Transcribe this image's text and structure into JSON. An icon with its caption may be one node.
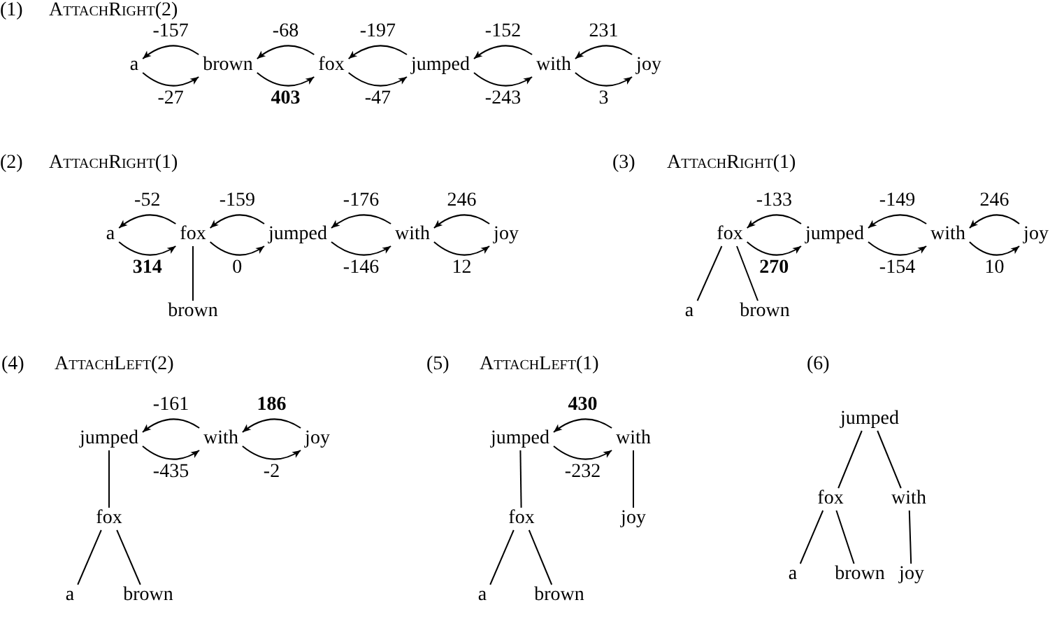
{
  "diagram": {
    "nodes": [
      {
        "text": [
          "a"
        ]
      },
      {
        "text": [
          "brown"
        ]
      },
      {
        "text": [
          "fox"
        ]
      },
      {
        "text": [
          "jumped"
        ]
      },
      {
        "text": [
          "with"
        ]
      },
      {
        "text": [
          "joy"
        ]
      },
      {
        "text": [
          "a"
        ]
      },
      {
        "text": [
          "fox"
        ]
      },
      {
        "text": [
          "jumped"
        ]
      },
      {
        "text": [
          "with"
        ]
      },
      {
        "text": [
          "joy"
        ]
      },
      {
        "text": [
          "brown"
        ]
      },
      {
        "text": [
          "fox"
        ]
      },
      {
        "text": [
          "jumped"
        ]
      },
      {
        "text": [
          "with"
        ]
      },
      {
        "text": [
          "joy"
        ]
      },
      {
        "text": [
          "a"
        ]
      },
      {
        "text": [
          "brown"
        ]
      },
      {
        "text": [
          "jumped"
        ]
      },
      {
        "text": [
          "with"
        ]
      },
      {
        "text": [
          "joy"
        ]
      },
      {
        "text": [
          "fox"
        ]
      },
      {
        "text": [
          "a"
        ]
      },
      {
        "text": [
          "brown"
        ]
      },
      {
        "text": [
          "jumped"
        ]
      },
      {
        "text": [
          "with"
        ]
      },
      {
        "text": [
          "fox"
        ]
      },
      {
        "text": [
          "joy"
        ]
      },
      {
        "text": [
          "a"
        ]
      },
      {
        "text": [
          "brown"
        ]
      },
      {
        "text": [
          "jumped"
        ]
      },
      {
        "text": [
          "fox"
        ]
      },
      {
        "text": [
          "with"
        ]
      },
      {
        "text": [
          "a"
        ]
      },
      {
        "text": [
          "brown"
        ]
      },
      {
        "text": [
          "joy"
        ]
      }
    ],
    "edges": [
      {
        "from": 1,
        "to": 0,
        "arrow": "to",
        "label": "-157"
      },
      {
        "from": 0,
        "to": 1,
        "arrow": "to",
        "label": "-27"
      },
      {
        "from": 2,
        "to": 1,
        "arrow": "to",
        "label": "-68"
      },
      {
        "from": 1,
        "to": 2,
        "arrow": "to",
        "label": "403"
      },
      {
        "from": 3,
        "to": 2,
        "arrow": "to",
        "label": "-197"
      },
      {
        "from": 2,
        "to": 3,
        "arrow": "to",
        "label": "-47"
      },
      {
        "from": 4,
        "to": 3,
        "arrow": "to",
        "label": "-152"
      },
      {
        "from": 3,
        "to": 4,
        "arrow": "to",
        "label": "-243"
      },
      {
        "from": 5,
        "to": 4,
        "arrow": "to",
        "label": "231"
      },
      {
        "from": 4,
        "to": 5,
        "arrow": "to",
        "label": "3"
      },
      {
        "from": 7,
        "to": 6,
        "arrow": "to",
        "label": "-52"
      },
      {
        "from": 6,
        "to": 7,
        "arrow": "to",
        "label": "314"
      },
      {
        "from": 8,
        "to": 7,
        "arrow": "to",
        "label": "-159"
      },
      {
        "from": 7,
        "to": 8,
        "arrow": "to",
        "label": "0"
      },
      {
        "from": 9,
        "to": 8,
        "arrow": "to",
        "label": "-176"
      },
      {
        "from": 8,
        "to": 9,
        "arrow": "to",
        "label": "-146"
      },
      {
        "from": 10,
        "to": 9,
        "arrow": "to",
        "label": "246"
      },
      {
        "from": 9,
        "to": 10,
        "arrow": "to",
        "label": "12"
      },
      {
        "from": 7,
        "to": 11,
        "arrow": "none"
      },
      {
        "from": 13,
        "to": 12,
        "arrow": "to",
        "label": "-133"
      },
      {
        "from": 12,
        "to": 13,
        "arrow": "to",
        "label": "270"
      },
      {
        "from": 14,
        "to": 13,
        "arrow": "to",
        "label": "-149"
      },
      {
        "from": 13,
        "to": 14,
        "arrow": "to",
        "label": "-154"
      },
      {
        "from": 15,
        "to": 14,
        "arrow": "to",
        "label": "246"
      },
      {
        "from": 14,
        "to": 15,
        "arrow": "to",
        "label": "10"
      },
      {
        "from": 12,
        "to": 16,
        "arrow": "none"
      },
      {
        "from": 12,
        "to": 17,
        "arrow": "none"
      },
      {
        "from": 19,
        "to": 18,
        "arrow": "to",
        "label": "-161"
      },
      {
        "from": 18,
        "to": 19,
        "arrow": "to",
        "label": "-435"
      },
      {
        "from": 20,
        "to": 19,
        "arrow": "to",
        "label": "186"
      },
      {
        "from": 19,
        "to": 20,
        "arrow": "to",
        "label": "-2"
      },
      {
        "from": 18,
        "to": 21,
        "arrow": "none"
      },
      {
        "from": 21,
        "to": 22,
        "arrow": "none"
      },
      {
        "from": 21,
        "to": 23,
        "arrow": "none"
      },
      {
        "from": 25,
        "to": 24,
        "arrow": "to",
        "label": "430"
      },
      {
        "from": 24,
        "to": 25,
        "arrow": "to",
        "label": "-232"
      },
      {
        "from": 24,
        "to": 26,
        "arrow": "none"
      },
      {
        "from": 25,
        "to": 27,
        "arrow": "none"
      },
      {
        "from": 26,
        "to": 28,
        "arrow": "none"
      },
      {
        "from": 26,
        "to": 29,
        "arrow": "none"
      },
      {
        "from": 30,
        "to": 31,
        "arrow": "none"
      },
      {
        "from": 30,
        "to": 32,
        "arrow": "none"
      },
      {
        "from": 31,
        "to": 33,
        "arrow": "none"
      },
      {
        "from": 31,
        "to": 34,
        "arrow": "none"
      },
      {
        "from": 32,
        "to": 35,
        "arrow": "none"
      }
    ],
    "labels": [
      "(1)",
      "AttachRight(2)",
      "(2)",
      "AttachRight(1)",
      "(3)",
      "AttachRight(1)",
      "(4)",
      "AttachLeft(2)",
      "(5)",
      "AttachLeft(1)",
      "(6)"
    ]
  }
}
